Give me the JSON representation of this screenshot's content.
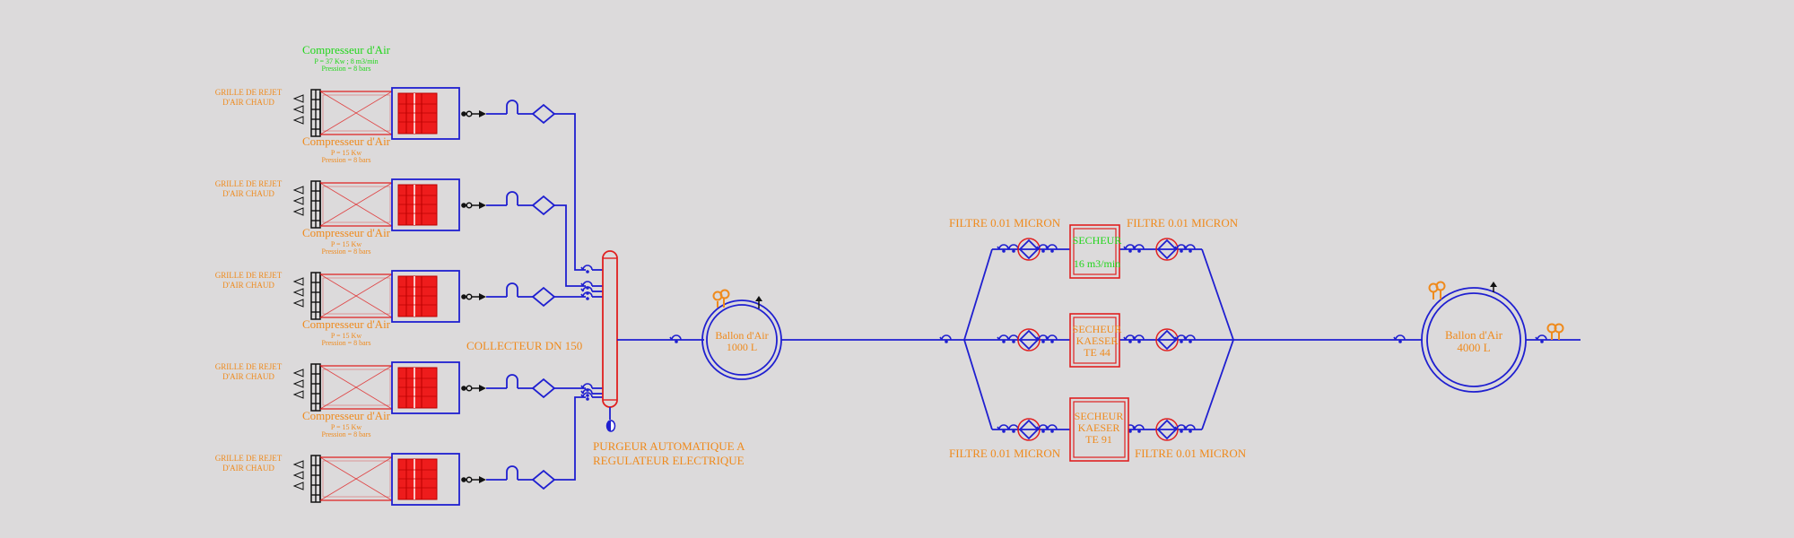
{
  "colors": {
    "background": "#dcdadb",
    "pipe": "#1f1fd0",
    "equipment": "#e02020",
    "label": "#ef8a1c",
    "spec": "#22d61c"
  },
  "compressors": [
    {
      "title": "Compresseur d'Air",
      "power": "P = 37 Kw ; 8 m3/min",
      "pressure": "Pression = 8 bars",
      "grille": [
        "GRILLE DE REJET",
        "D'AIR CHAUD"
      ]
    },
    {
      "title": "Compresseur d'Air",
      "power": "P = 15 Kw",
      "pressure": "Pression = 8 bars",
      "grille": [
        "GRILLE DE REJET",
        "D'AIR CHAUD"
      ]
    },
    {
      "title": "Compresseur d'Air",
      "power": "P = 15 Kw",
      "pressure": "Pression = 8 bars",
      "grille": [
        "GRILLE DE REJET",
        "D'AIR CHAUD"
      ]
    },
    {
      "title": "Compresseur d'Air",
      "power": "P = 15 Kw",
      "pressure": "Pression = 8 bars",
      "grille": [
        "GRILLE DE REJET",
        "D'AIR CHAUD"
      ]
    },
    {
      "title": "Compresseur d'Air",
      "power": "P = 15 Kw",
      "pressure": "Pression = 8 bars",
      "grille": [
        "GRILLE DE REJET",
        "D'AIR CHAUD"
      ]
    }
  ],
  "collector": {
    "label": "COLLECTEUR DN 150"
  },
  "purgeur": {
    "line1": "PURGEUR AUTOMATIQUE A",
    "line2": "REGULATEUR ELECTRIQUE"
  },
  "tank1": {
    "line1": "Ballon d'Air",
    "line2": "1000 L"
  },
  "tank2": {
    "line1": "Ballon d'Air",
    "line2": "4000 L"
  },
  "filters": {
    "top_left": "FILTRE 0.01 MICRON",
    "top_right": "FILTRE 0.01 MICRON",
    "bottom_left": "FILTRE 0.01 MICRON",
    "bottom_right": "FILTRE 0.01 MICRON"
  },
  "dryers": [
    {
      "lines": [
        "SECHEUR",
        "",
        "16 m3/min"
      ],
      "color": "green"
    },
    {
      "lines": [
        "SECHEUR",
        "KAESER",
        "TE 44"
      ],
      "color": "orange"
    },
    {
      "lines": [
        "SECHEUR",
        "KAESER",
        "TE 91"
      ],
      "color": "orange"
    }
  ]
}
